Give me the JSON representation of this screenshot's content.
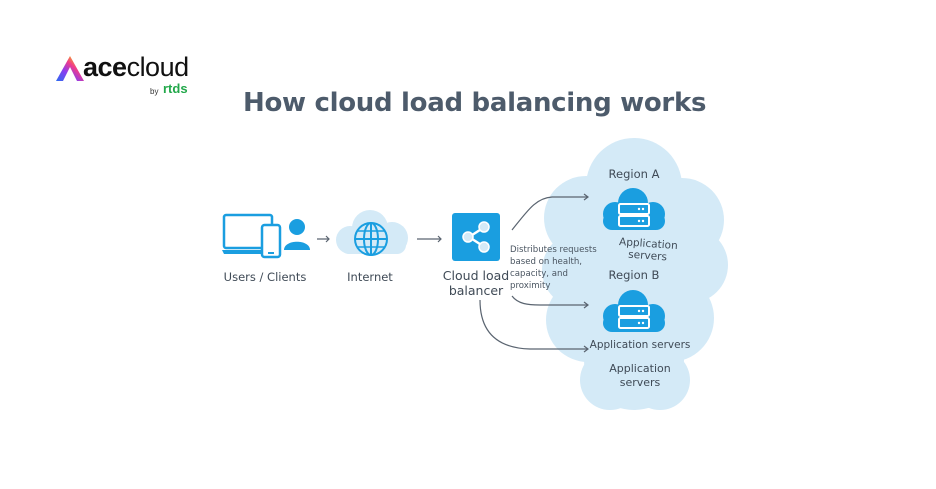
{
  "brand": {
    "name_bold": "ace",
    "name_light": "cloud",
    "by": "by",
    "sub": "rtds",
    "accent": "#22a84a"
  },
  "title": "How cloud load balancing works",
  "colors": {
    "primary": "#1a9ee0",
    "light_cloud": "#d4eaf7",
    "arrow": "#5a6470",
    "text": "#3f4a56",
    "title": "#4d5b6b"
  },
  "nodes": {
    "users": {
      "label": "Users / Clients",
      "icon": "laptop-phone-user-icon"
    },
    "internet": {
      "label": "Internet",
      "icon": "globe-cloud-icon"
    },
    "lb": {
      "label_line1": "Cloud load",
      "label_line2": "balancer",
      "icon": "share-nodes-icon"
    },
    "note": {
      "line1": "Distributes requests",
      "line2": "based on health,",
      "line3": "capacity, and",
      "line4": "proximity"
    }
  },
  "regions": [
    {
      "name": "Region A",
      "server_label": "Application servers",
      "icon": "cloud-server-icon"
    },
    {
      "name": "Region B",
      "server_label": "Application servers",
      "icon": "cloud-server-icon"
    }
  ],
  "extra_label": {
    "line1": "Application",
    "line2": "servers"
  }
}
